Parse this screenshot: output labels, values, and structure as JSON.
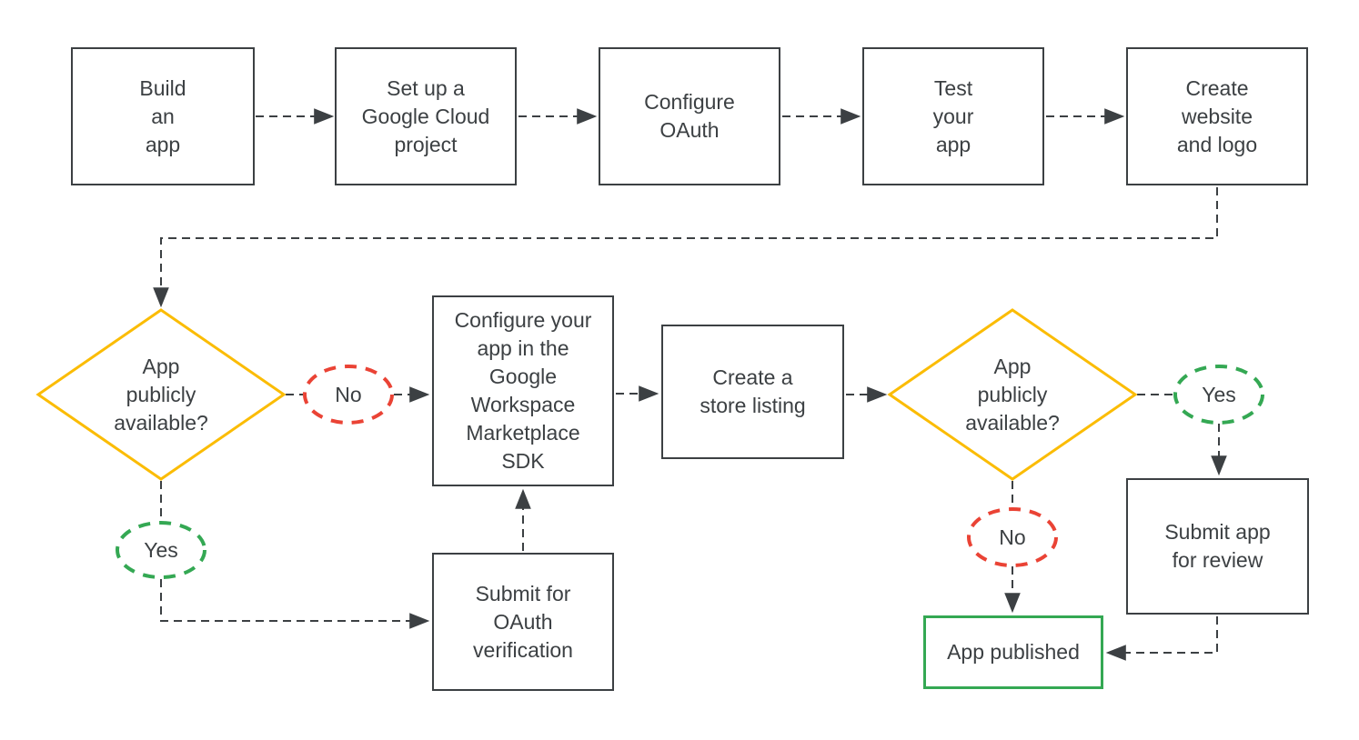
{
  "colors": {
    "line": "#3c4043",
    "text": "#3c4043",
    "decision_border": "#fbbc04",
    "no_border": "#ea4335",
    "yes_border": "#34a853",
    "success_border": "#34a853",
    "node_fill": "#ffffff",
    "background": "#ffffff"
  },
  "flow": {
    "steps": {
      "build_app": {
        "label": "Build\nan\napp"
      },
      "setup_project": {
        "label": "Set up a\nGoogle Cloud\nproject"
      },
      "configure_oauth": {
        "label": "Configure\nOAuth"
      },
      "test_app": {
        "label": "Test\nyour\napp"
      },
      "create_website": {
        "label": "Create\nwebsite\nand logo"
      },
      "configure_sdk": {
        "label": "Configure your\napp in the\nGoogle\nWorkspace\nMarketplace\nSDK"
      },
      "store_listing": {
        "label": "Create a\nstore listing"
      },
      "submit_oauth_verification": {
        "label": "Submit for\nOAuth\nverification"
      },
      "submit_review": {
        "label": "Submit app\nfor review"
      },
      "app_published": {
        "label": "App published"
      }
    },
    "decisions": {
      "decision1": {
        "label": "App\npublicly\navailable?"
      },
      "decision2": {
        "label": "App\npublicly\navailable?"
      }
    },
    "branches": {
      "decision1_no": {
        "label": "No"
      },
      "decision1_yes": {
        "label": "Yes"
      },
      "decision2_yes": {
        "label": "Yes"
      },
      "decision2_no": {
        "label": "No"
      }
    }
  }
}
